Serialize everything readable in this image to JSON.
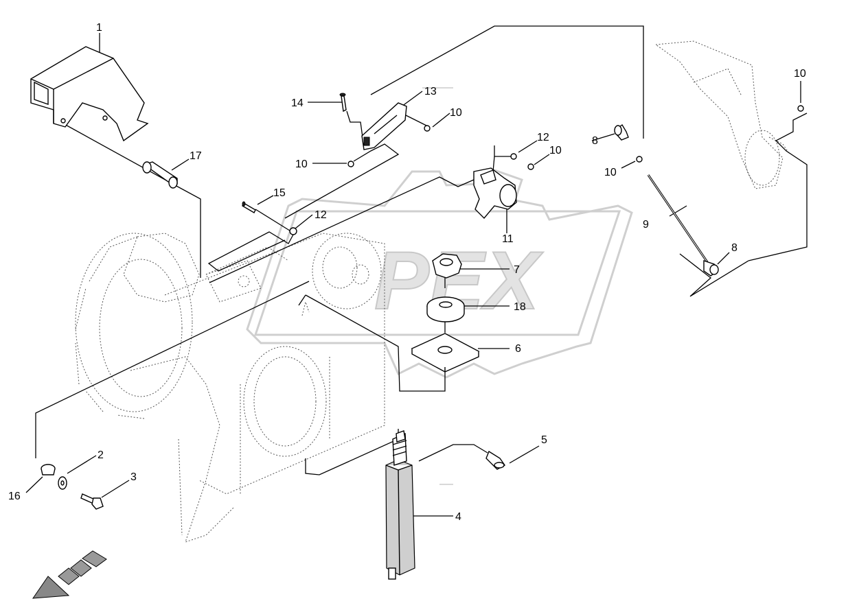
{
  "watermark": {
    "text": "PEX"
  },
  "callouts": {
    "c1": "1",
    "c2": "2",
    "c3": "3",
    "c4": "4",
    "c5": "5",
    "c6": "6",
    "c7": "7",
    "c8a": "8",
    "c8b": "8",
    "c9": "9",
    "c10a": "10",
    "c10b": "10",
    "c10c": "10",
    "c10d": "10",
    "c10e": "10",
    "c11": "11",
    "c12a": "12",
    "c12b": "12",
    "c13": "13",
    "c14": "14",
    "c15": "15",
    "c16": "16",
    "c17": "17",
    "c18": "18"
  },
  "icons": {
    "direction": "forward-direction-arrow-icon"
  }
}
